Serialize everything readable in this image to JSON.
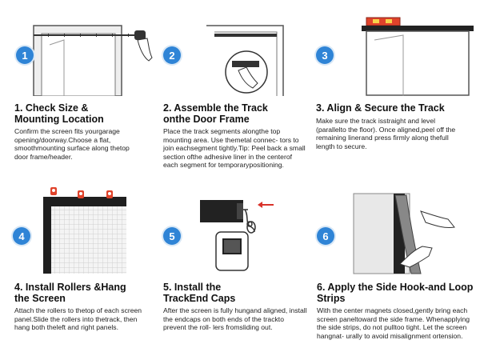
{
  "steps": [
    {
      "number": "1",
      "title": "1. Check Size & Mounting Location",
      "body": "Confirm the screen fits yourgarage opening/doorway.Choose a flat, smoothmounting surface along thetop door frame/header."
    },
    {
      "number": "2",
      "title": "2. Assemble the Track onthe Door Frame",
      "body": "Place the track segments alongthe top mounting area. Use themetal connec- tors to join eachsegment tightly.Tip: Peel back a small section ofthe adhesive liner in the centerof each segment for temporarypositioning."
    },
    {
      "number": "3",
      "title": "3. Align & Secure the Track",
      "body": "Make sure the track isstraight and level (parallelto the floor). Once aligned,peel off the remaining linerand press firmly along thefull length to secure."
    },
    {
      "number": "4",
      "title": "4. Install Rollers &Hang the Screen",
      "body": "Attach the rollers to thetop of each screen panel.Slide the rollers into thetrack, then hang both theleft and right panels."
    },
    {
      "number": "5",
      "title": "5. Install the TrackEnd Caps",
      "body": "After the screen is fully hungand aligned, install the endcaps on both ends of the trackto prevent the roll- lers fromsliding out."
    },
    {
      "number": "6",
      "title": "6. Apply the Side Hook-and Loop Strips",
      "body": "With the center magnets closed,gently bring each screen paneltoward the side frame. Whenapplying the side strips, do not pulltoo tight. Let the screen hangnat- urally to avoid misalignment ortension."
    }
  ],
  "colors": {
    "badge": "#2f84d6",
    "level_tool": "#e0432b",
    "arrow": "#d9322a"
  }
}
